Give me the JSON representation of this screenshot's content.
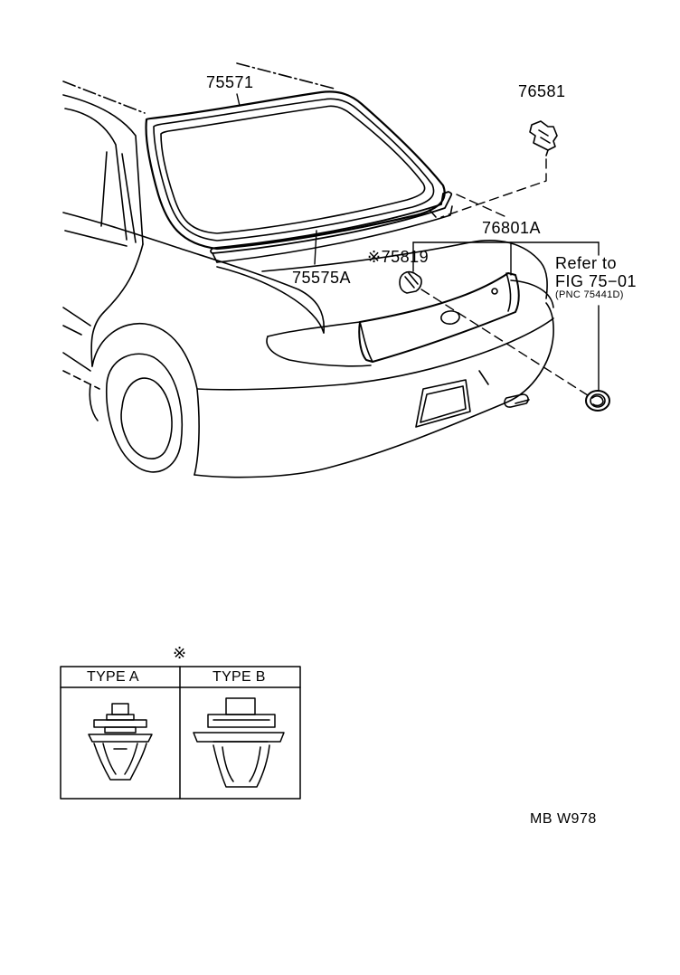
{
  "labels": {
    "part_75571": "75571",
    "part_76581": "76581",
    "part_76801A": "76801A",
    "part_75575A": "75575A",
    "part_75819": "※75819",
    "refer_line1": "Refer to",
    "refer_line2": "FIG 75−01",
    "refer_line3": "(PNC 75441D)",
    "type_note": "※",
    "type_a": "TYPE A",
    "type_b": "TYPE B",
    "drawing_code": "MB W978"
  }
}
